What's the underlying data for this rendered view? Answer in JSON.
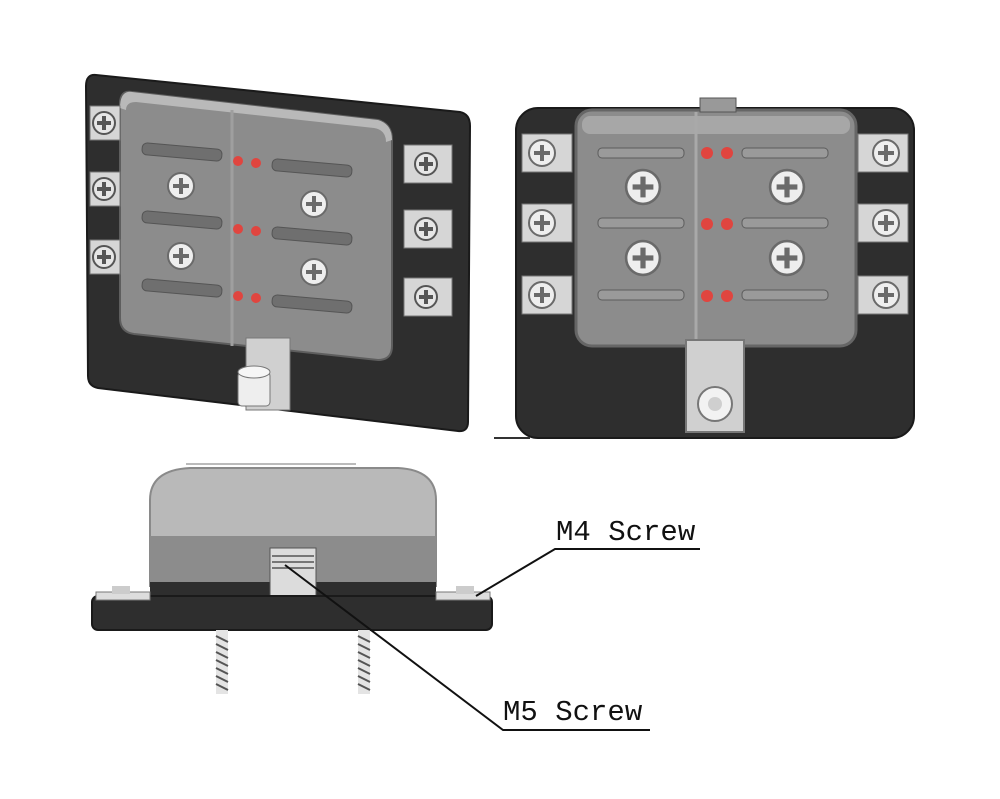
{
  "callouts": {
    "m4_screw": "M4 Screw",
    "m5_screw": "M5 Screw"
  },
  "colors": {
    "base_dark": "#2e2e2e",
    "cover_gray": "#8c8c8c",
    "cover_light": "#b9b9b9",
    "terminal_silver": "#d6d6d6",
    "led_red": "#e0453f",
    "line": "#111111"
  },
  "icons": {
    "screw": "phillips-screw-icon",
    "led": "red-led-indicator"
  }
}
